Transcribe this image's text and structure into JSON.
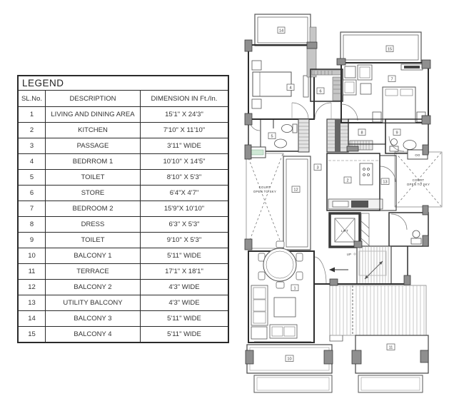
{
  "legend": {
    "title": "LEGEND",
    "columns": [
      "SL.No.",
      "DESCRIPTION",
      "DIMENSION IN Ft./In."
    ],
    "rows": [
      {
        "no": "1",
        "desc": "LIVING AND DINING AREA",
        "dim": "15'1\" X 24'3\""
      },
      {
        "no": "2",
        "desc": "KITCHEN",
        "dim": "7'10\" X 11'10\""
      },
      {
        "no": "3",
        "desc": "PASSAGE",
        "dim": "3'11\" WIDE"
      },
      {
        "no": "4",
        "desc": "BEDRROM 1",
        "dim": "10'10\" X 14'5\""
      },
      {
        "no": "5",
        "desc": "TOILET",
        "dim": "8'10\" X 5'3\""
      },
      {
        "no": "6",
        "desc": "STORE",
        "dim": "6'4\"X 4'7\""
      },
      {
        "no": "7",
        "desc": "BEDROOM 2",
        "dim": "15'9\"X 10'10\""
      },
      {
        "no": "8",
        "desc": "DRESS",
        "dim": "6'3\" X 5'3\""
      },
      {
        "no": "9",
        "desc": "TOILET",
        "dim": "9'10\" X 5'3\""
      },
      {
        "no": "10",
        "desc": "BALCONY 1",
        "dim": "5'11\" WIDE"
      },
      {
        "no": "11",
        "desc": "TERRACE",
        "dim": "17'1\" X 18'1\""
      },
      {
        "no": "12",
        "desc": "BALCONY 2",
        "dim": "4'3\" WIDE"
      },
      {
        "no": "13",
        "desc": "UTILITY BALCONY",
        "dim": "4'3\" WIDE"
      },
      {
        "no": "14",
        "desc": "BALCONY 3",
        "dim": "5'11\" WIDE"
      },
      {
        "no": "15",
        "desc": "BALCONY 4",
        "dim": "5'11\" WIDE"
      }
    ]
  },
  "plan": {
    "labels": {
      "r1": "1",
      "r2": "2",
      "r3": "3",
      "r4": "4",
      "r5": "5",
      "r6": "6",
      "r7": "7",
      "r8": "8",
      "r9": "9",
      "r10": "10",
      "r11": "11",
      "r12": "12",
      "r13": "13",
      "r14": "14",
      "r15": "15"
    },
    "texts": {
      "lift": "LIFT",
      "up": "UP",
      "court": "COURT",
      "open_to_sky": "OPEN TO SKY",
      "window_marks": "OO"
    }
  },
  "colors": {
    "wall": "#2e2e2e",
    "thin": "#555555",
    "pillar": "#8f8f8f",
    "hatch_fill": "#c6c6c6",
    "stripe": "#b0b0b0",
    "window_tint": "#cfe8d5"
  }
}
